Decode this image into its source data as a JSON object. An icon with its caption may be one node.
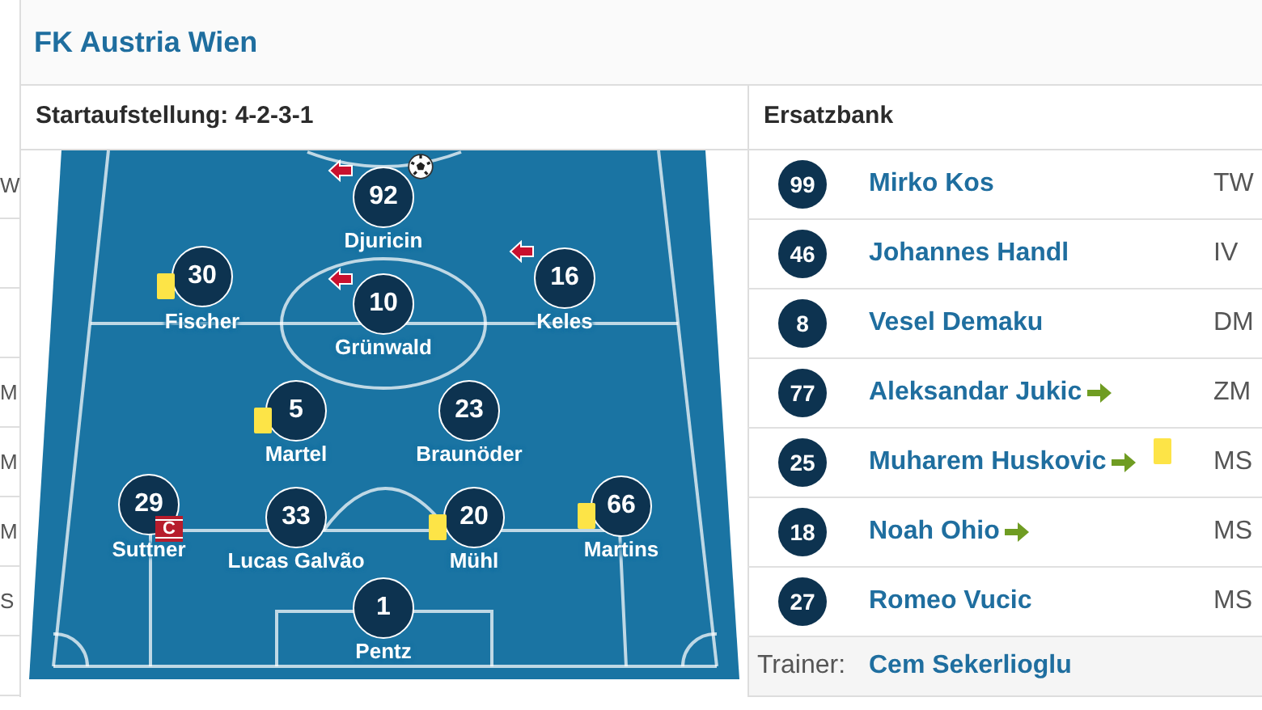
{
  "diagram": {
    "title": "FK Austria Wien",
    "nodes": [
      {
        "text": [
          "92"
        ],
        "beside": [
          "Djuricin"
        ]
      },
      {
        "text": [
          "30"
        ],
        "beside": [
          "Fischer"
        ]
      },
      {
        "text": [
          "10"
        ],
        "beside": [
          "Grünwald"
        ]
      },
      {
        "text": [
          "16"
        ],
        "beside": [
          "Keles"
        ]
      },
      {
        "text": [
          "5"
        ],
        "beside": [
          "Martel"
        ]
      },
      {
        "text": [
          "23"
        ],
        "beside": [
          "Braunöder"
        ]
      },
      {
        "text": [
          "29"
        ],
        "beside": [
          "Suttner"
        ]
      },
      {
        "text": [
          "33"
        ],
        "beside": [
          "Lucas Galvão"
        ]
      },
      {
        "text": [
          "20"
        ],
        "beside": [
          "Mühl"
        ]
      },
      {
        "text": [
          "66"
        ],
        "beside": [
          "Martins"
        ]
      },
      {
        "text": [
          "1"
        ],
        "beside": [
          "Pentz"
        ]
      },
      {
        "text": [
          "99"
        ],
        "beside": [
          "Mirko Kos"
        ]
      },
      {
        "text": [
          "46"
        ],
        "beside": [
          "Johannes Handl"
        ]
      },
      {
        "text": [
          "8"
        ],
        "beside": [
          "Vesel Demaku"
        ]
      },
      {
        "text": [
          "77"
        ],
        "beside": [
          "Aleksandar Jukic"
        ]
      },
      {
        "text": [
          "25"
        ],
        "beside": [
          "Muharem Huskovic"
        ]
      },
      {
        "text": [
          "18"
        ],
        "beside": [
          "Noah Ohio"
        ]
      },
      {
        "text": [
          "27"
        ],
        "beside": [
          "Romeo Vucic"
        ]
      }
    ],
    "labels": [
      "Startaufstellung: 4-2-3-1",
      "Ersatzbank",
      "W",
      "TW",
      "IV",
      "DM",
      "M",
      "ZM",
      "M",
      "MS",
      "M",
      "C",
      "MS",
      "S",
      "MS",
      "Trainer:",
      "Cem Sekerlioglu"
    ]
  }
}
